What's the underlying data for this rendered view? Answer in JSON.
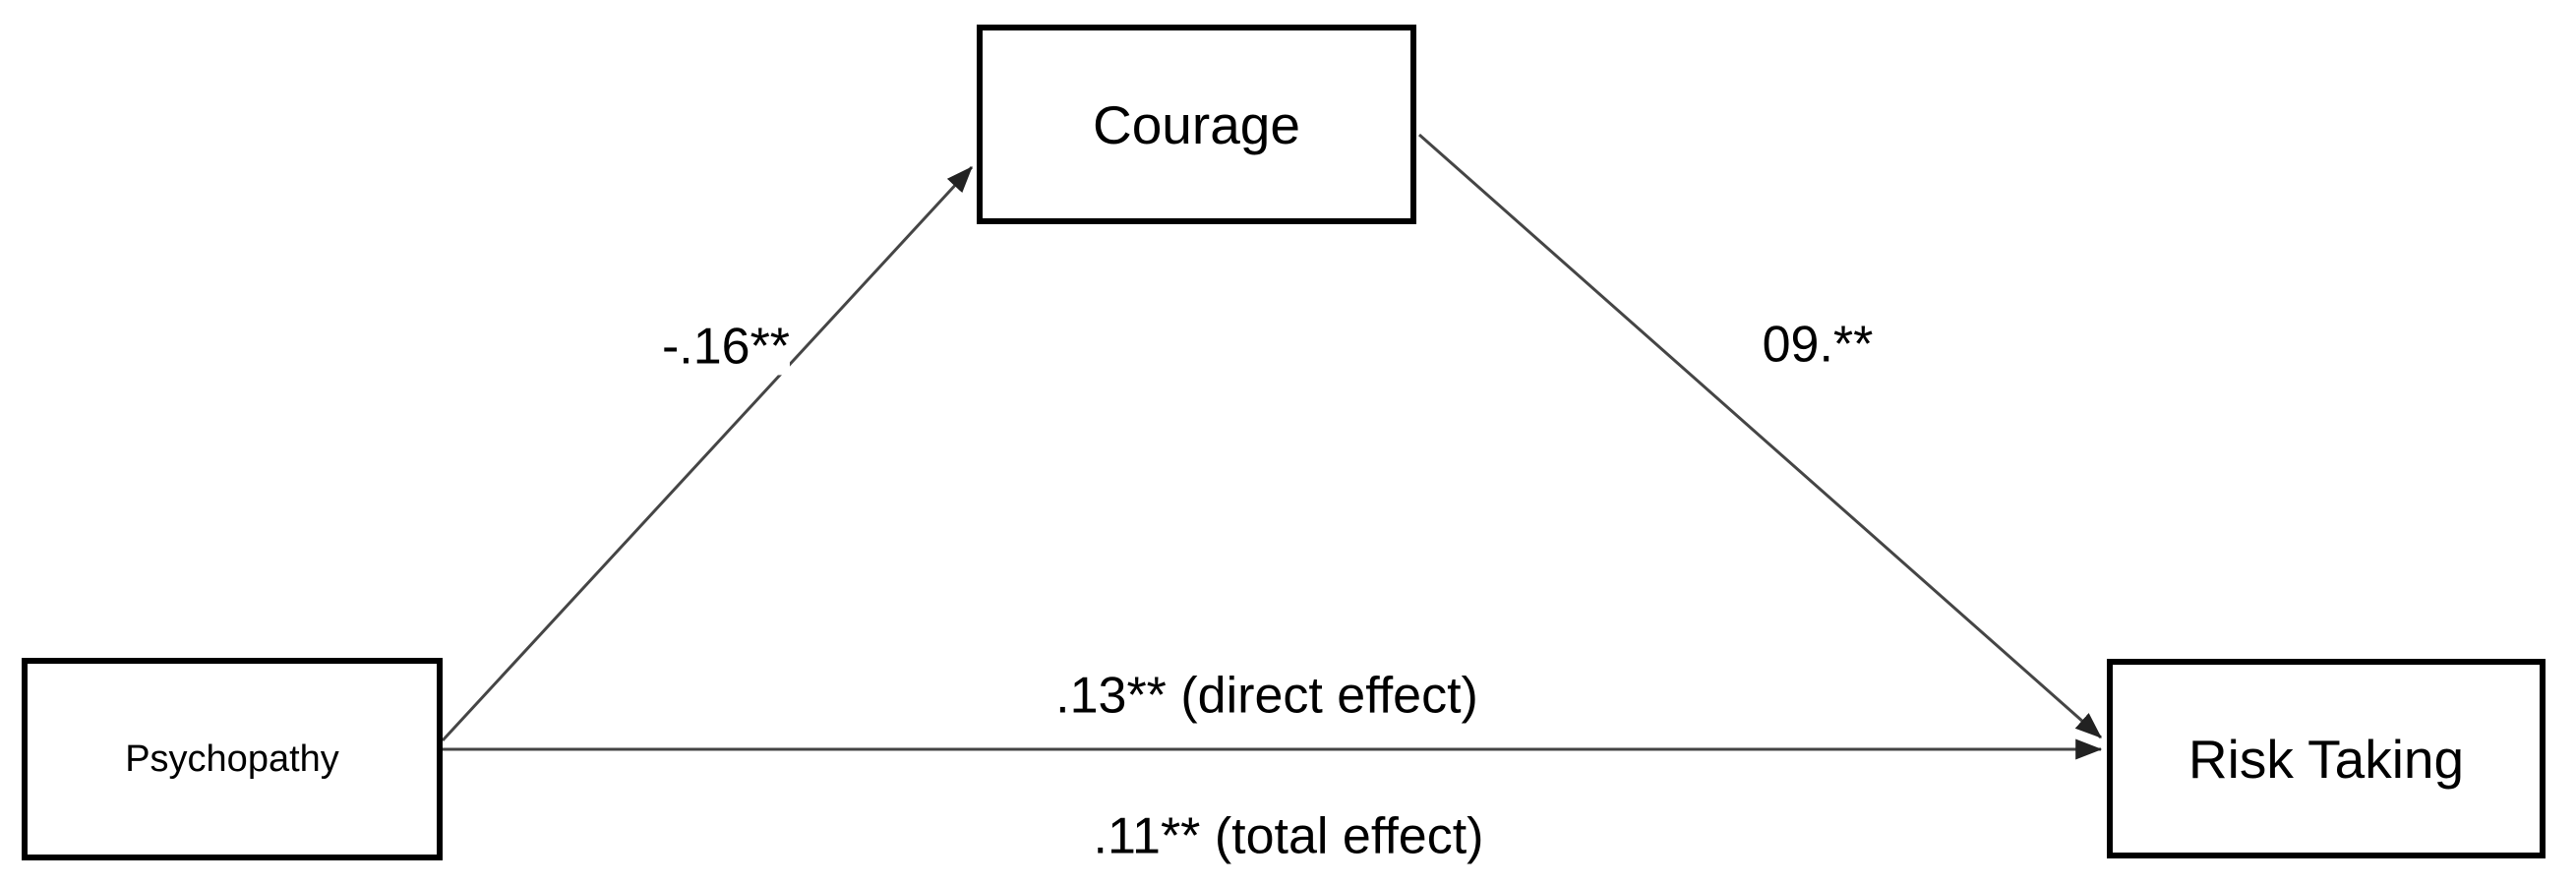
{
  "diagram": {
    "type": "mediation-path-model",
    "nodes": {
      "predictor": {
        "label": "Psychopathy"
      },
      "mediator": {
        "label": "Courage"
      },
      "outcome": {
        "label": "Risk Taking"
      }
    },
    "paths": {
      "a": {
        "from": "Psychopathy",
        "to": "Courage",
        "label": "-.16**"
      },
      "b": {
        "from": "Courage",
        "to": "Risk Taking",
        "label": "09.**"
      },
      "direct": {
        "from": "Psychopathy",
        "to": "Risk Taking",
        "label": ".13** (direct effect)"
      },
      "total": {
        "from": "Psychopathy",
        "to": "Risk Taking",
        "label": ".11** (total effect)"
      }
    },
    "colors": {
      "background": "#ffffff",
      "box_border": "#000000",
      "text": "#000000",
      "line": "#454545",
      "arrowhead": "#222222"
    }
  }
}
